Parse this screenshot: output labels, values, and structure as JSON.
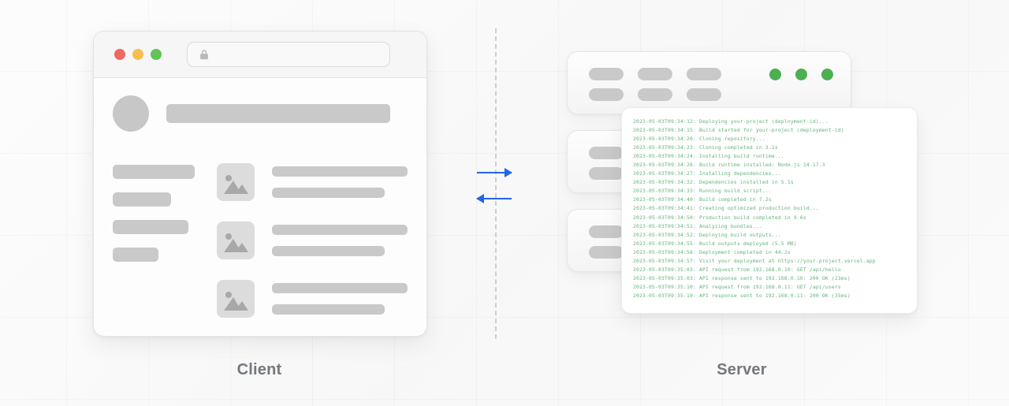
{
  "diagram": {
    "client_label": "Client",
    "server_label": "Server",
    "accent_color": "#2563eb",
    "log_text_color": "#63b37a",
    "status_dot_color": "#4caf50"
  },
  "browser": {
    "traffic_lights": [
      {
        "name": "close",
        "color": "#ec6a5e"
      },
      {
        "name": "minimize",
        "color": "#f5bf4f"
      },
      {
        "name": "maximize",
        "color": "#61c454"
      }
    ],
    "url_bar": {
      "icon": "lock-icon",
      "value": "",
      "placeholder": ""
    },
    "skeleton": {
      "avatar": "avatar-placeholder",
      "header_bar": "header-bar-placeholder",
      "left_bars": [
        "wide",
        "medium",
        "wide",
        "small"
      ],
      "media_rows": [
        {
          "image": "image-placeholder-icon",
          "lines": [
            "full",
            "partial"
          ]
        },
        {
          "image": "image-placeholder-icon",
          "lines": [
            "full",
            "partial"
          ]
        },
        {
          "image": "image-placeholder-icon",
          "lines": [
            "full",
            "partial"
          ]
        }
      ]
    }
  },
  "server": {
    "cards": [
      {
        "pills": 6,
        "status_dots": 3
      },
      {
        "pills": 2,
        "status_dots": 0
      },
      {
        "pills": 2,
        "status_dots": 0
      }
    ]
  },
  "arrows": [
    {
      "name": "request-arrow",
      "direction": "right",
      "color": "#2563eb"
    },
    {
      "name": "response-arrow",
      "direction": "left",
      "color": "#2563eb"
    }
  ],
  "logs": {
    "lines": [
      "2023-05-03T09:34:12: Deploying your-project (deployment-id)...",
      "2023-05-03T09:34:15: Build started for your-project (deployment-id)",
      "2023-05-03T09:34:20: Cloning repository...",
      "2023-05-03T09:34:23: Cloning completed in 3.1s",
      "2023-05-03T09:34:24: Installing build runtime...",
      "2023-05-03T09:34:26: Build runtime installed: Node.js 14.17.3",
      "2023-05-03T09:34:27: Installing dependencies...",
      "2023-05-03T09:34:32: Dependencies installed in 5.1s",
      "2023-05-03T09:34:33: Running build script...",
      "2023-05-03T09:34:40: Build completed in 7.2s",
      "2023-05-03T09:34:41: Creating optimized production build...",
      "2023-05-03T09:34:50: Production build completed in 9.6s",
      "2023-05-03T09:34:51: Analyzing bundles...",
      "2023-05-03T09:34:52: Deploying build outputs...",
      "2023-05-03T09:34:55: Build outputs deployed (5.5 MB)",
      "2023-05-03T09:34:56: Deployment completed in 44.2s",
      "2023-05-03T09:34:57: Visit your deployment at https://your-project.vercel.app",
      "2023-05-03T09:35:03: API request from 192.168.0.10: GET /api/hello",
      "2023-05-03T09:35:03: API response sent to 192.168.0.10: 200 OK (23ms)",
      "2023-05-03T09:35:10: API request from 192.168.0.11: GET /api/users",
      "2023-05-03T09:35:10: API response sent to 192.168.0.11: 200 OK (35ms)"
    ]
  }
}
